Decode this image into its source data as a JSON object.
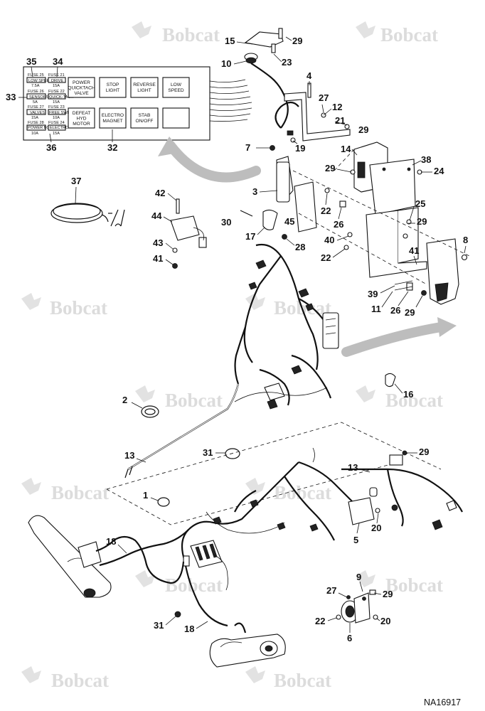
{
  "watermark": {
    "brand": "Bobcat"
  },
  "drawing_number": "NA16917",
  "callouts": {
    "c1": "1",
    "c2": "2",
    "c3": "3",
    "c4": "4",
    "c5": "5",
    "c6": "6",
    "c7": "7",
    "c8": "8",
    "c9": "9",
    "c10": "10",
    "c11": "11",
    "c12": "12",
    "c13a": "13",
    "c13b": "13",
    "c14": "14",
    "c15": "15",
    "c16": "16",
    "c17": "17",
    "c18a": "18",
    "c18b": "18",
    "c19": "19",
    "c20a": "20",
    "c20b": "20",
    "c21": "21",
    "c22a": "22",
    "c22b": "22",
    "c22c": "22",
    "c23": "23",
    "c24": "24",
    "c25": "25",
    "c26a": "26",
    "c26b": "26",
    "c27a": "27",
    "c27b": "27",
    "c28": "28",
    "c29a": "29",
    "c29b": "29",
    "c29c": "29",
    "c29d": "29",
    "c29e": "29",
    "c29f": "29",
    "c29g": "29",
    "c30": "30",
    "c31a": "31",
    "c31b": "31",
    "c32": "32",
    "c33": "33",
    "c34": "34",
    "c35": "35",
    "c36": "36",
    "c37": "37",
    "c38": "38",
    "c39": "39",
    "c40": "40",
    "c41a": "41",
    "c41b": "41",
    "c42": "42",
    "c43": "43",
    "c44": "44",
    "c45": "45"
  },
  "switch_panel": {
    "fuses": [
      {
        "num": "FUSE 25",
        "function": "LOW SPEED",
        "rating": "7.5A"
      },
      {
        "num": "FUSE 21",
        "function": "DRIVE",
        "rating": "15A"
      },
      {
        "num": "FUSE 26",
        "function": "SENSORS",
        "rating": "5A"
      },
      {
        "num": "FUSE 22",
        "function": "QUICK-TACH",
        "rating": "15A"
      },
      {
        "num": "FUSE 27",
        "function": "VALVES",
        "rating": "15A"
      },
      {
        "num": "FUSE 23",
        "function": "FREE SWIVEL",
        "rating": "10A"
      },
      {
        "num": "FUSE 28",
        "function": "POWER BOB-TACH",
        "rating": "10A"
      },
      {
        "num": "FUSE 24",
        "function": "ELECTRO",
        "rating": "15A"
      }
    ],
    "switches": [
      {
        "line1": "POWER",
        "line2": "QUICKTACH",
        "line3": "VALVE"
      },
      {
        "line1": "STOP",
        "line2": "LIGHT",
        "line3": ""
      },
      {
        "line1": "REVERSE",
        "line2": "LIGHT",
        "line3": ""
      },
      {
        "line1": "LOW",
        "line2": "SPEED",
        "line3": ""
      },
      {
        "line1": "DEFEAT",
        "line2": "HYD",
        "line3": "MOTOR"
      },
      {
        "line1": "ELECTRO",
        "line2": "MAGNET",
        "line3": ""
      },
      {
        "line1": "STAB",
        "line2": "ON/OFF",
        "line3": ""
      },
      {
        "line1": "",
        "line2": "",
        "line3": ""
      }
    ]
  }
}
